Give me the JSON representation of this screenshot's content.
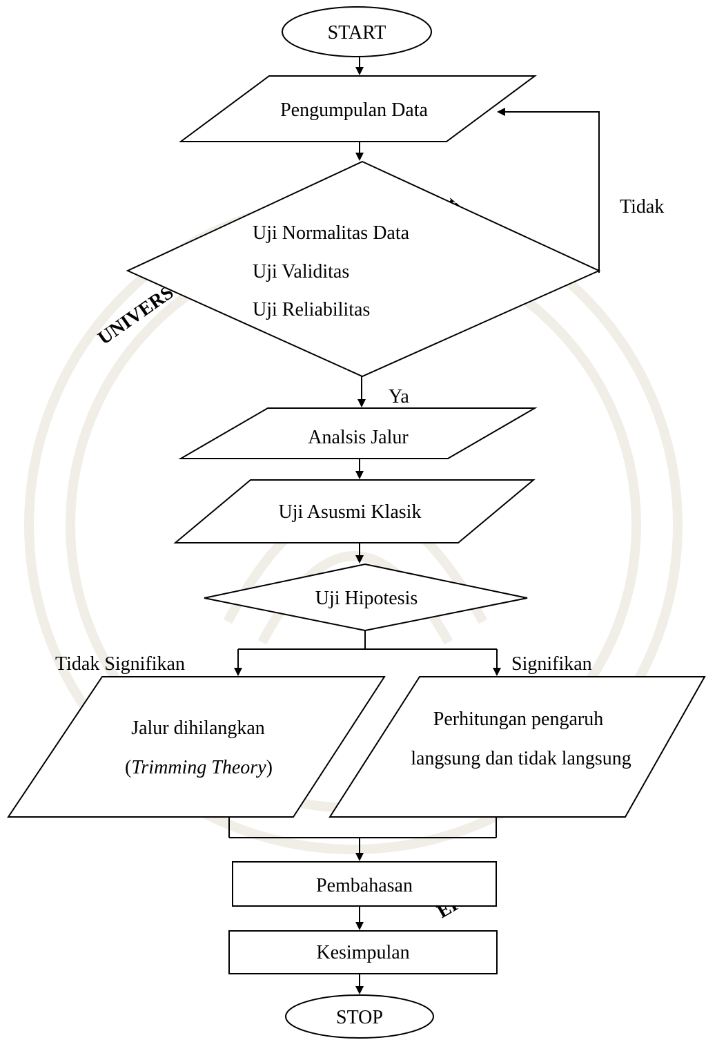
{
  "nodes": {
    "start": "START",
    "pengumpulan": "Pengumpulan Data",
    "uji_line1": "Uji Normalitas Data",
    "uji_line2": "Uji Validitas",
    "uji_line3": "Uji Reliabilitas",
    "analisis": "Analsis Jalur",
    "asumsi": "Uji Asusmi Klasik",
    "hipotesis": "Uji Hipotesis",
    "jalur_line1": "Jalur dihilangkan",
    "jalur_line2_open": "(",
    "jalur_line2_italic": "Trimming Theory",
    "jalur_line2_close": ")",
    "perhitungan_line1": "Perhitungan pengaruh",
    "perhitungan_line2": "langsung dan tidak langsung",
    "pembahasan": "Pembahasan",
    "kesimpulan": "Kesimpulan",
    "stop": "STOP"
  },
  "edge_labels": {
    "tidak": "Tidak",
    "ya": "Ya",
    "tidak_signifikan": "Tidak Signifikan",
    "signifikan": "Signifikan"
  },
  "watermark": {
    "text": "UNIVERSITAS JEMBER"
  }
}
